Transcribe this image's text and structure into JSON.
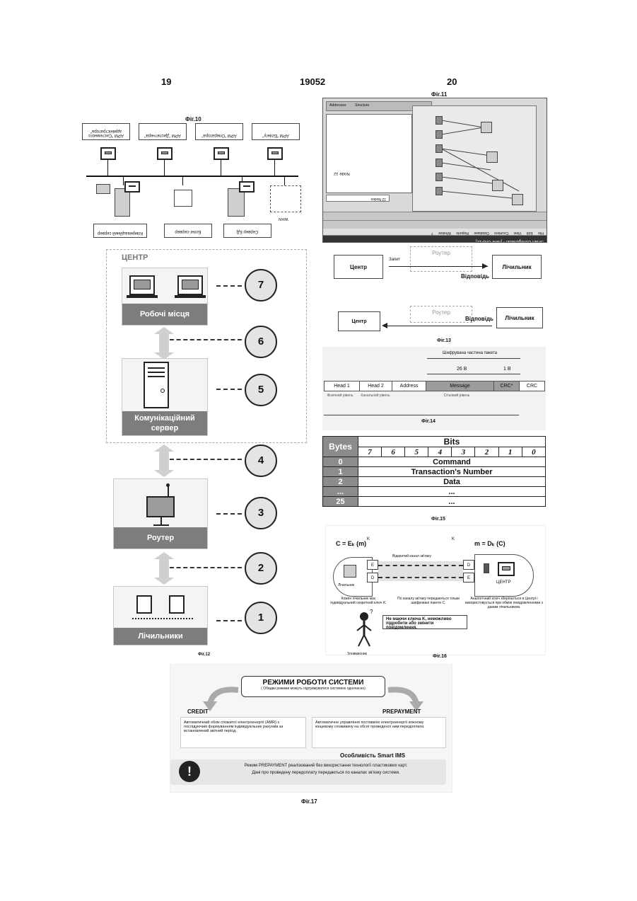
{
  "header": {
    "page_left": "19",
    "doc_number": "19052",
    "page_right": "20"
  },
  "fig10": {
    "caption": "Фіг.10",
    "workstations": [
      "АРМ \"Системного адміністратора\"",
      "АРМ \"Диспетчера\"",
      "АРМ \"Оператора\"",
      "АРМ \"Білінгу\""
    ],
    "servers": [
      "Комунікаційний сервер",
      "Білінг-сервер",
      "Сервер БД"
    ],
    "wan": "WAN"
  },
  "fig11": {
    "caption": "Фіг.11",
    "title": "Smart Configuration - [Nine Grid-12]",
    "menu": [
      "File",
      "Edit",
      "View",
      "Counters",
      "Database",
      "Reports",
      "Window",
      "?"
    ],
    "tabs": [
      "Addresses",
      "Structure"
    ],
    "tree_label": "Node 12",
    "status": "12 Nodes"
  },
  "fig12": {
    "caption": "Фіг.12",
    "center_label": "ЦЕНТР",
    "panels": [
      "Робочі місця",
      "Комунікаційний сервер",
      "Роутер",
      "Лічильники"
    ],
    "levels": [
      "7",
      "6",
      "5",
      "4",
      "3",
      "2",
      "1"
    ]
  },
  "fig13": {
    "caption": "Фіг.13",
    "center": "Центр",
    "router": "Роутер",
    "meter": "Лічильник",
    "request": "Запит",
    "response": "Відповідь"
  },
  "fig14": {
    "caption": "Фіг.14",
    "encrypted_part": "Шифрувана частина пакета",
    "size_main": "26 B",
    "size_crc": "1 B",
    "fields": [
      "Head 1",
      "Head 2",
      "Address",
      "Message",
      "CRC*",
      "CRC"
    ],
    "layers": [
      "Фізичний рівень",
      "Канальний рівень",
      "Сітьовий рівень"
    ]
  },
  "fig15": {
    "caption": "Фіг.15",
    "bits_label": "Bits",
    "bytes_label": "Bytes",
    "bits": [
      "7",
      "6",
      "5",
      "4",
      "3",
      "2",
      "1",
      "0"
    ],
    "rows": [
      {
        "byte": "0",
        "value": "Command"
      },
      {
        "byte": "1",
        "value": "Transaction's Number"
      },
      {
        "byte": "2",
        "value": "Data"
      },
      {
        "byte": "...",
        "value": "..."
      },
      {
        "byte": "25",
        "value": "..."
      }
    ]
  },
  "fig16": {
    "caption": "Фіг.16",
    "encrypt_formula": "C = Eₖ (m)",
    "decrypt_formula": "m = Dₖ (C)",
    "key_left": "K",
    "key_right": "K",
    "channel": "Відкритий канал зв'язку",
    "meter_label": "Лічильник",
    "center_label": "ЦЕНТР",
    "e_left": "E",
    "d_left": "D",
    "d_right": "D",
    "e_right": "E",
    "note_left": "Кожен лічильник має індивідуальний секретний ключ K.",
    "note_mid": "По каналу зв'язку передаються тільки шифровані пакети C.",
    "note_right": "Аналогічний ключ зберігається в Центрі і використовується при обміні повідомленнями з даним лічильником.",
    "warning": "Не маючи ключа K, неможливо підробити або змінити повідомлення.",
    "attacker": "Зловмисник"
  },
  "fig17": {
    "caption": "Фіг.17",
    "title": "РЕЖИМИ РОБОТИ СИСТЕМИ",
    "subtitle": "( Обидва режими можуть підтримуватися системою одночасно)",
    "credit": "CREDIT",
    "prepayment": "PREPAYMENT",
    "credit_text": "Автоматичний облік спожитої електроенергії (AMR) з послідуючим формуванням індивідуальних рахунків за встановлений звітний період.",
    "prepay_text": "Автоматичне управління поставкою електроенергії кожному кінцевому споживачу на обсяг проведеної ним передоплати.",
    "feature_title": "Особливість Smart IMS",
    "feature_text_1": "Режим PREPAYMENT реалізований без використання технології пластикових карт.",
    "feature_text_2": "Дані про проведену передоплату передаються по каналах зв'язку системи.",
    "icon": "exclamation-icon"
  }
}
